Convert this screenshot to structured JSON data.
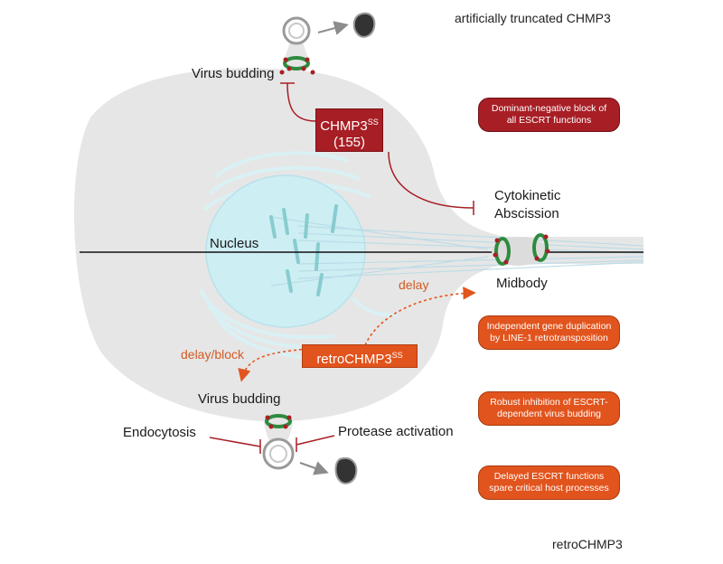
{
  "titles": {
    "top": "artificially truncated CHMP3",
    "bottom": "retroCHMP3"
  },
  "labels": {
    "virus_budding_top": "Virus budding",
    "virus_budding_bottom": "Virus budding",
    "cytokinetic": "Cytokinetic",
    "abscission": "Abscission",
    "nucleus": "Nucleus",
    "midbody": "Midbody",
    "delay": "delay",
    "delay_block": "delay/block",
    "endocytosis": "Endocytosis",
    "protease_activation": "Protease activation"
  },
  "boxes": {
    "chmp3_main": "CHMP3",
    "chmp3_sup": "SS",
    "chmp3_num": "(155)",
    "retro_main": "retroCHMP3",
    "retro_sup": "SS"
  },
  "pills": [
    {
      "line1": "Dominant-negative block of",
      "line2": "all ESCRT functions",
      "color": "#a81e25"
    },
    {
      "line1": "Independent gene duplication",
      "line2": "by LINE-1 retrotransposition",
      "color": "#e2541d"
    },
    {
      "line1": "Robust inhibition of ESCRT-",
      "line2": "dependent virus budding",
      "color": "#e2541d"
    },
    {
      "line1": "Delayed ESCRT functions",
      "line2": "spare critical host processes",
      "color": "#e2541d"
    }
  ],
  "colors": {
    "cell": "#e6e6e6",
    "nucleus": "#cdeef3",
    "er": "#d9f1f4",
    "red": "#a81e25",
    "orange": "#e2541d",
    "arrow_gray": "#8c8c8c"
  }
}
